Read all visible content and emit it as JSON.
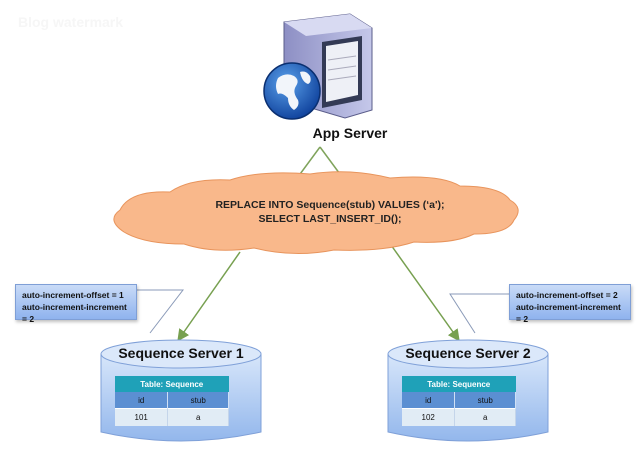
{
  "watermark": "Blog watermark",
  "app_server": {
    "label": "App Server",
    "icon": "server-globe-icon"
  },
  "cloud": {
    "line1": "REPLACE INTO Sequence(stub)  VALUES (‘a');",
    "line2": "SELECT LAST_INSERT_ID();"
  },
  "config_left": {
    "line1": "auto-increment-offset = 1",
    "line2": "auto-increment-increment = 2"
  },
  "config_right": {
    "line1": "auto-increment-offset = 2",
    "line2": "auto-increment-increment = 2"
  },
  "servers": [
    {
      "title": "Sequence Server 1",
      "table_caption": "Table: Sequence",
      "columns": [
        "id",
        "stub"
      ],
      "row": [
        "101",
        "a"
      ]
    },
    {
      "title": "Sequence Server 2",
      "table_caption": "Table: Sequence",
      "columns": [
        "id",
        "stub"
      ],
      "row": [
        "102",
        "a"
      ]
    }
  ],
  "colors": {
    "cloud": "#f9b88b",
    "connector": "#77a050",
    "cylinder": "#a9c6ef",
    "table_caption": "#1fa1b8",
    "table_header": "#5b8fd2"
  }
}
